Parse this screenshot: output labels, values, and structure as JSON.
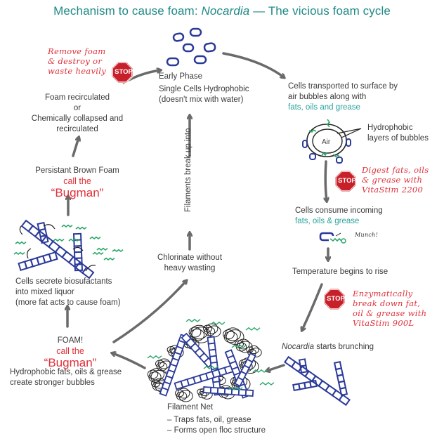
{
  "title": {
    "prefix": "Mechanism to cause foam: ",
    "organism": "Nocardia",
    "suffix": " — The vicious foam cycle",
    "color": "#1f8a86"
  },
  "colors": {
    "text": "#3a3a3a",
    "teal": "#2aa39b",
    "red": "#e0303a",
    "cell_blue": "#2b3a9a",
    "fog_green": "#2aa86a",
    "arrow": "#6a6a6a",
    "stop_red": "#c8202a"
  },
  "stop_sign_label": "STOP",
  "nodes": {
    "early_phase": {
      "label": "Early Phase",
      "line1": "Single Cells Hydrophobic",
      "line2": "(doesn't mix with water)"
    },
    "transported": {
      "line1": "Cells transported to surface by",
      "line2": "air bubbles along with",
      "highlight": "fats, oils and grease"
    },
    "bubble": {
      "air_label": "Air",
      "callout1": "Hydrophobic",
      "callout2": "layers of bubbles"
    },
    "digest_action": {
      "line1": "Digest fats, oils",
      "line2": "& grease with",
      "line3": "VitaStim 2200"
    },
    "consume": {
      "line1": "Cells consume incoming",
      "highlight": "fats, oils & grease",
      "munch": "Munch!"
    },
    "temperature": {
      "label": "Temperature begins to rise"
    },
    "enzymatic_action": {
      "line1": "Enzymatically",
      "line2": "break down fat,",
      "line3": "oil & grease with",
      "line4": "VitaStim 900L"
    },
    "branching": {
      "organism": "Nocardia",
      "rest": " starts brunching"
    },
    "filament_net": {
      "label": "Filament Net",
      "bullet1": "– Traps fats, oil, grease",
      "bullet2": "– Forms open floc structure"
    },
    "chlorinate": {
      "line1": "Chlorinate without",
      "line2": "heavy wasting"
    },
    "break_up": {
      "label": "Filaments break up into"
    },
    "foam": {
      "label": "FOAM!",
      "call": "call the",
      "bugman": "“Bugman”",
      "line1": "Hydrophobic fats, oils & grease",
      "line2": "create stronger bubbles"
    },
    "biosurfactants": {
      "line1": "Cells secrete biosufactants",
      "line2": "into mixed liquor",
      "line3": "(more fat acts to cause foam)"
    },
    "persistent_foam": {
      "label": "Persistant Brown Foam",
      "call": "call the",
      "bugman": "“Bugman”"
    },
    "recirculated": {
      "line1": "Foam recirculated",
      "line2": "or",
      "line3": "Chemically collapsed and",
      "line4": "recirculated"
    },
    "remove_action": {
      "line1": "Remove foam",
      "line2": "& destroy or",
      "line3": "waste heavily"
    }
  }
}
